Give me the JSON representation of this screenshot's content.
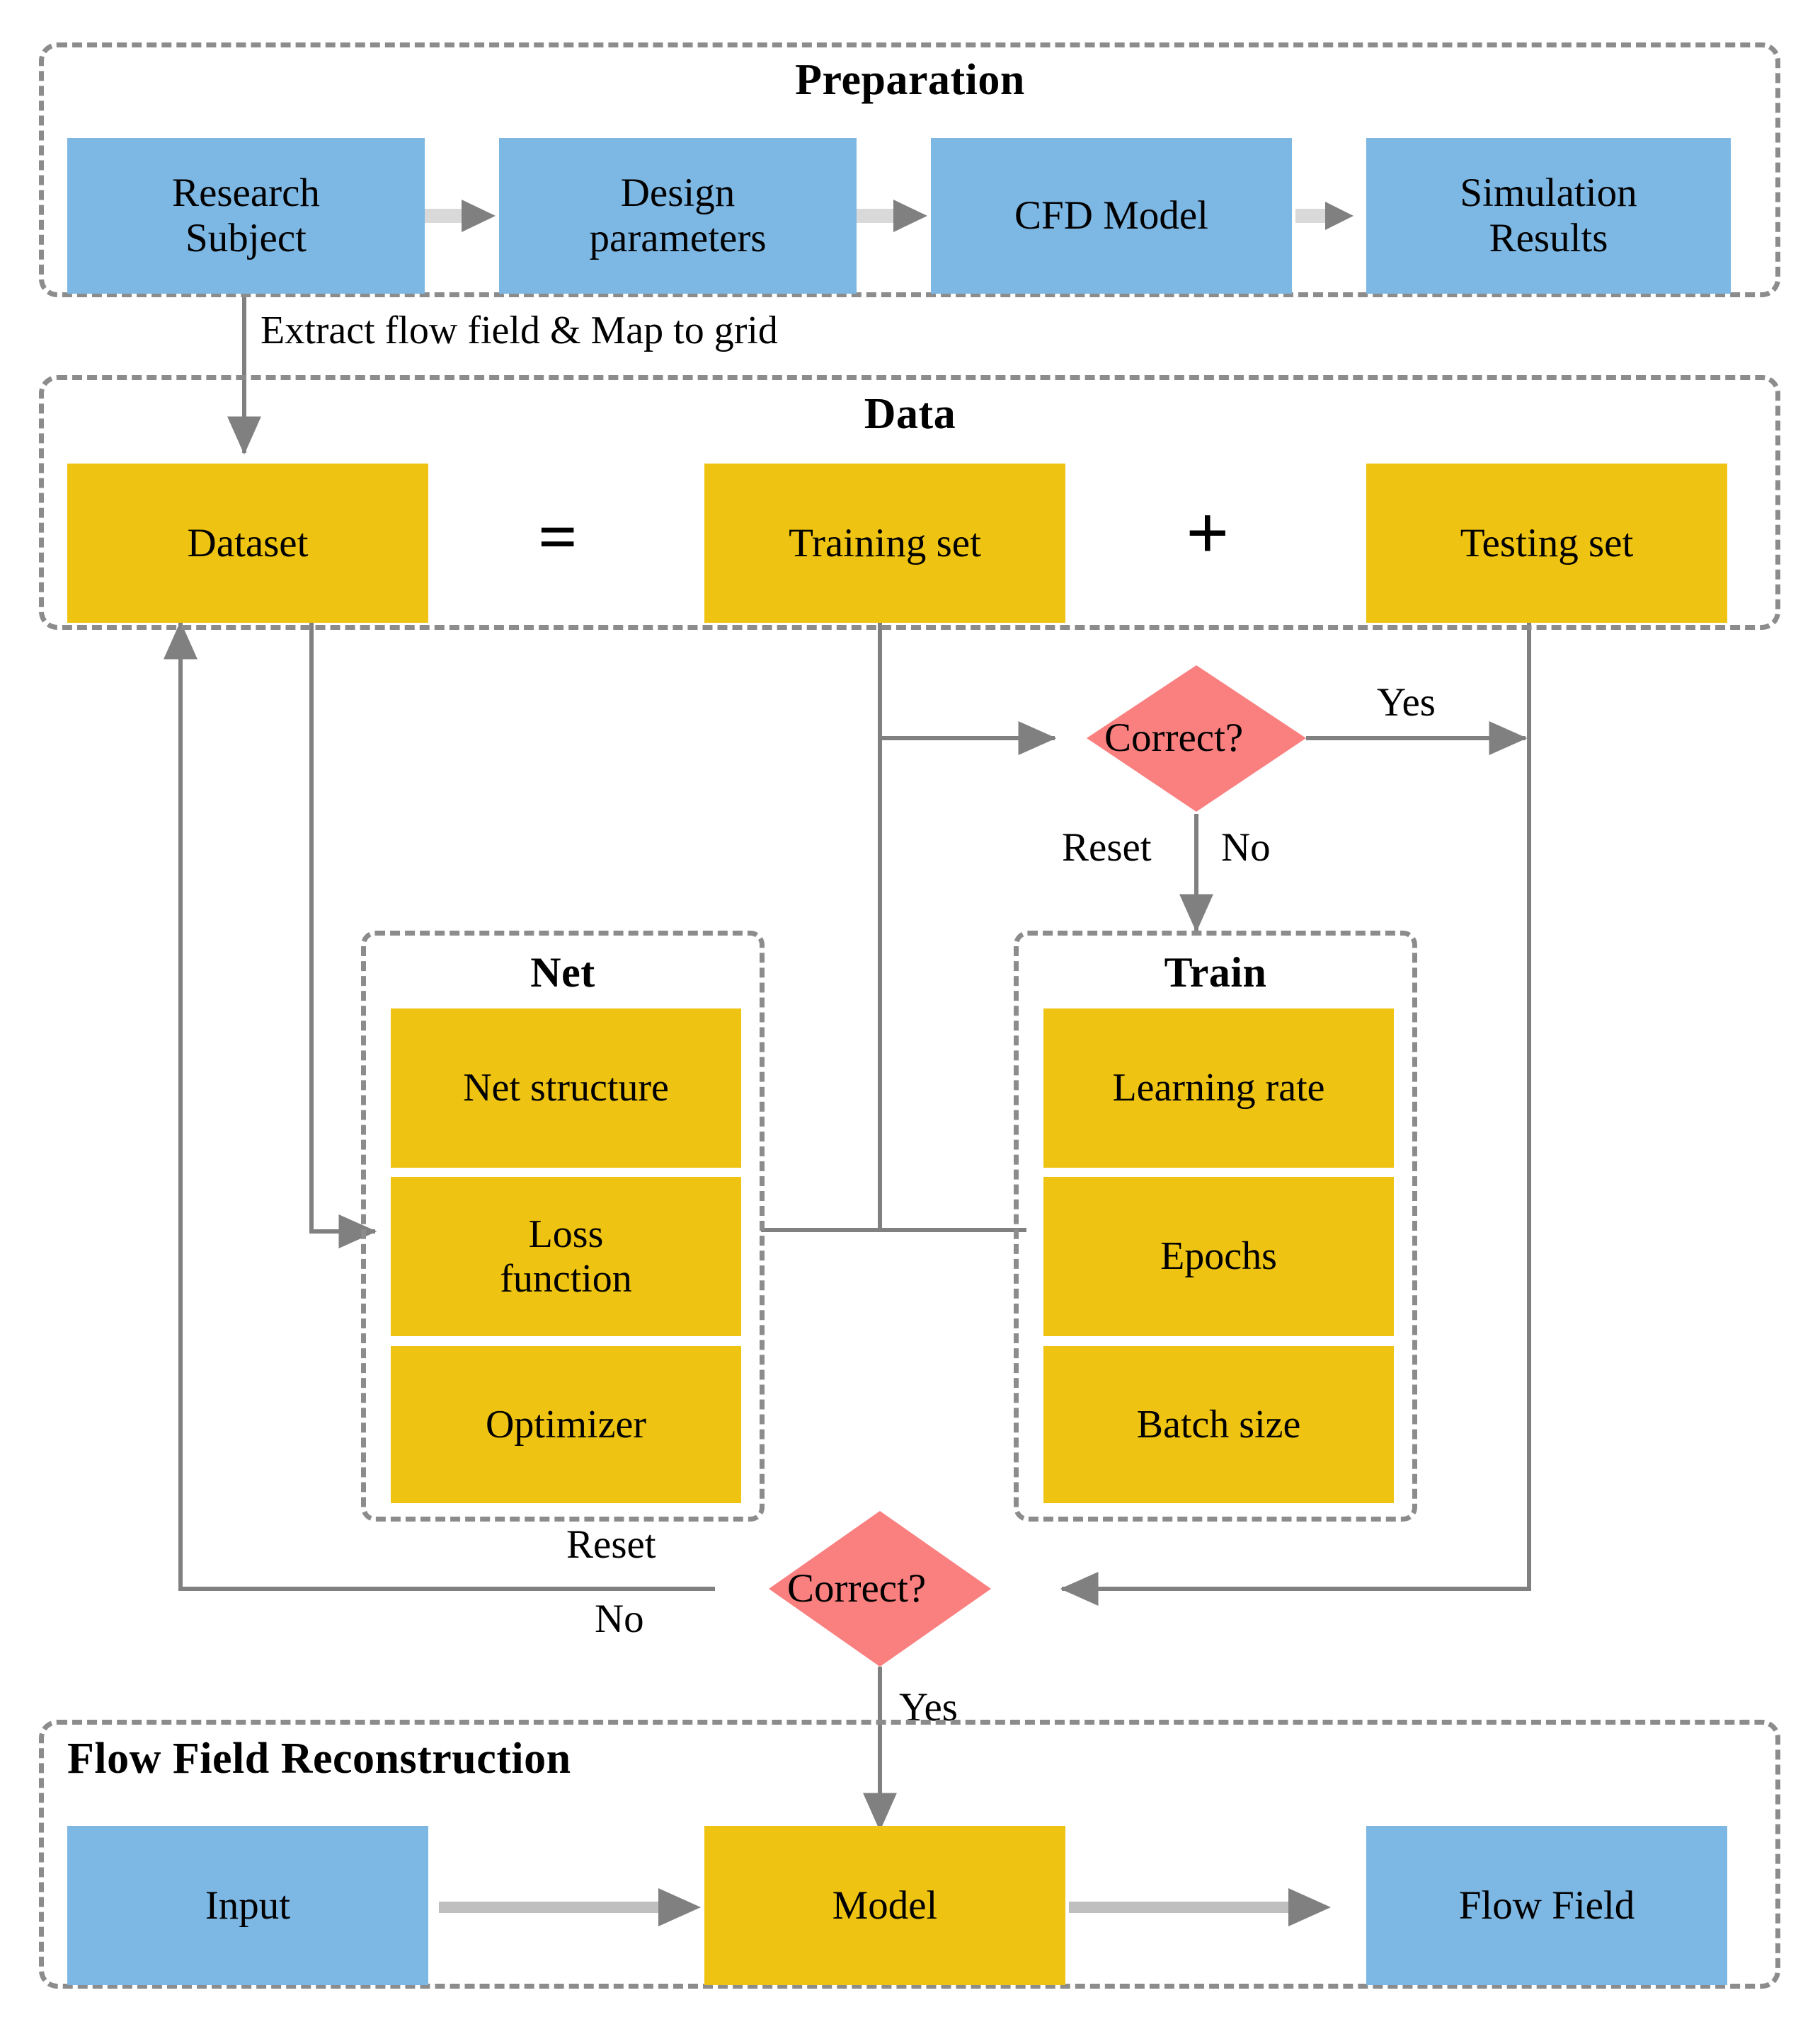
{
  "diagram": {
    "title": "CFD-based deep-learning flow field reconstruction workflow",
    "colors": {
      "blue": "#7db7e3",
      "gold": "#eec312",
      "salmon": "#fa8080",
      "dash_border": "#8c8c8c",
      "connector": "#808080",
      "text": "#000000"
    }
  },
  "preparation": {
    "title": "Preparation",
    "nodes": [
      {
        "label": "Research\nSubject",
        "line1": "Research",
        "line2": "Subject",
        "color": "blue"
      },
      {
        "label": "Design\nparameters",
        "line1": "Design",
        "line2": "parameters",
        "color": "blue"
      },
      {
        "label": "CFD Model",
        "line1": "CFD Model",
        "line2": "",
        "color": "blue"
      },
      {
        "label": "Simulation\nResults",
        "line1": "Simulation",
        "line2": "Results",
        "color": "blue"
      }
    ]
  },
  "transition": {
    "extract_label": "Extract flow field & Map to grid"
  },
  "data": {
    "title": "Data",
    "nodes": [
      {
        "label": "Dataset",
        "color": "gold"
      },
      {
        "label": "Training set",
        "color": "gold"
      },
      {
        "label": "Testing set",
        "color": "gold"
      }
    ],
    "operators": [
      {
        "symbol": "=",
        "name": "equals-sign"
      },
      {
        "symbol": "+",
        "name": "plus-sign"
      }
    ]
  },
  "decision_top": {
    "label": "Correct?",
    "yes_label": "Yes",
    "no_label": "No",
    "reset_label": "Reset",
    "color": "salmon"
  },
  "net": {
    "title": "Net",
    "items": [
      {
        "label": "Net structure"
      },
      {
        "label": "Loss\nfunction",
        "line1": "Loss",
        "line2": "function"
      },
      {
        "label": "Optimizer"
      }
    ]
  },
  "train": {
    "title": "Train",
    "items": [
      {
        "label": "Learning rate"
      },
      {
        "label": "Epochs"
      },
      {
        "label": "Batch size"
      }
    ]
  },
  "decision_bottom": {
    "label": "Correct?",
    "yes_label": "Yes",
    "no_label": "No",
    "reset_label": "Reset",
    "color": "salmon"
  },
  "reconstruction": {
    "title": "Flow Field Reconstruction",
    "nodes": [
      {
        "label": "Input",
        "color": "blue"
      },
      {
        "label": "Model",
        "color": "gold"
      },
      {
        "label": "Flow Field",
        "color": "blue"
      }
    ]
  }
}
